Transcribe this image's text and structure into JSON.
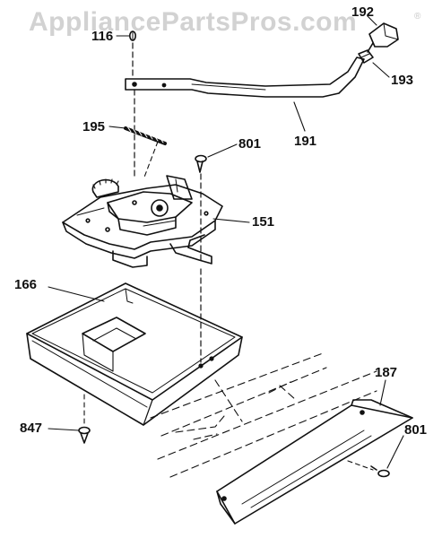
{
  "watermark": {
    "text": "AppliancePartsPros.com",
    "symbol": "®"
  },
  "callouts": {
    "c116": "116",
    "c192": "192",
    "c193": "193",
    "c191": "191",
    "c195": "195",
    "c801a": "801",
    "c151": "151",
    "c166": "166",
    "c187": "187",
    "c847": "847",
    "c801b": "801"
  },
  "colors": {
    "line": "#111111",
    "watermark": "#d2d2d2"
  }
}
